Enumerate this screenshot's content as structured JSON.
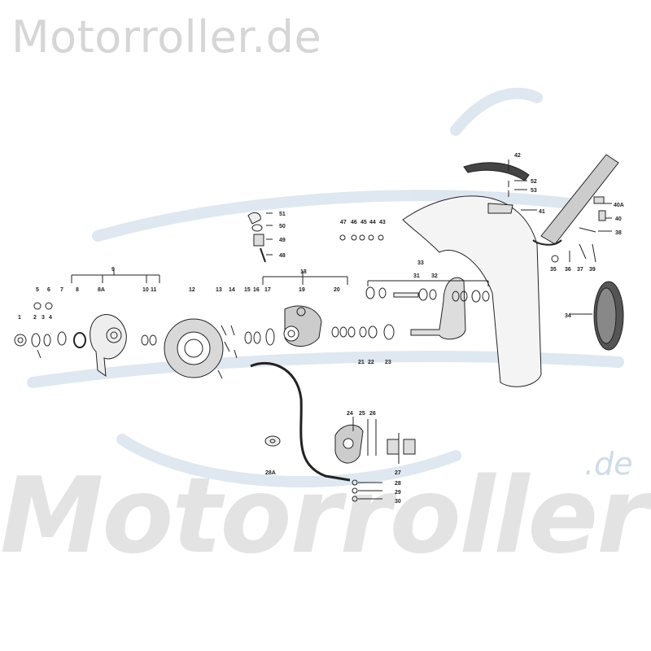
{
  "watermark": {
    "top": "Motorroller.de",
    "big": "Motorroller",
    "small": ".de"
  },
  "colors": {
    "ink": "#222222",
    "swoosh": "#cfdcea",
    "watermark": "#d6d6d6"
  },
  "callouts": [
    {
      "id": "c1",
      "text": "1"
    },
    {
      "id": "c2",
      "text": "2"
    },
    {
      "id": "c3",
      "text": "3"
    },
    {
      "id": "c4",
      "text": "4"
    },
    {
      "id": "c5",
      "text": "5"
    },
    {
      "id": "c6",
      "text": "6"
    },
    {
      "id": "c7",
      "text": "7"
    },
    {
      "id": "c8",
      "text": "8"
    },
    {
      "id": "c8a",
      "text": "8A"
    },
    {
      "id": "c9",
      "text": "9"
    },
    {
      "id": "c10",
      "text": "10"
    },
    {
      "id": "c11",
      "text": "11"
    },
    {
      "id": "c12",
      "text": "12"
    },
    {
      "id": "c13",
      "text": "13"
    },
    {
      "id": "c14",
      "text": "14"
    },
    {
      "id": "c15",
      "text": "15"
    },
    {
      "id": "c16",
      "text": "16"
    },
    {
      "id": "c17",
      "text": "17"
    },
    {
      "id": "c18",
      "text": "18"
    },
    {
      "id": "c19",
      "text": "19"
    },
    {
      "id": "c20",
      "text": "20"
    },
    {
      "id": "c21",
      "text": "21"
    },
    {
      "id": "c22",
      "text": "22"
    },
    {
      "id": "c23",
      "text": "23"
    },
    {
      "id": "c24",
      "text": "24"
    },
    {
      "id": "c25",
      "text": "25"
    },
    {
      "id": "c26",
      "text": "26"
    },
    {
      "id": "c27",
      "text": "27"
    },
    {
      "id": "c28",
      "text": "28"
    },
    {
      "id": "c28a",
      "text": "28A"
    },
    {
      "id": "c29",
      "text": "29"
    },
    {
      "id": "c30",
      "text": "30"
    },
    {
      "id": "c31",
      "text": "31"
    },
    {
      "id": "c32",
      "text": "32"
    },
    {
      "id": "c33",
      "text": "33"
    },
    {
      "id": "c34",
      "text": "34"
    },
    {
      "id": "c35",
      "text": "35"
    },
    {
      "id": "c36",
      "text": "36"
    },
    {
      "id": "c37",
      "text": "37"
    },
    {
      "id": "c38",
      "text": "38"
    },
    {
      "id": "c39",
      "text": "39"
    },
    {
      "id": "c40",
      "text": "40"
    },
    {
      "id": "c40a",
      "text": "40A"
    },
    {
      "id": "c41",
      "text": "41"
    },
    {
      "id": "c42",
      "text": "42"
    },
    {
      "id": "c43",
      "text": "43"
    },
    {
      "id": "c44",
      "text": "44"
    },
    {
      "id": "c45",
      "text": "45"
    },
    {
      "id": "c46",
      "text": "46"
    },
    {
      "id": "c47",
      "text": "47"
    },
    {
      "id": "c48",
      "text": "48"
    },
    {
      "id": "c49",
      "text": "49"
    },
    {
      "id": "c50",
      "text": "50"
    },
    {
      "id": "c51",
      "text": "51"
    },
    {
      "id": "c52",
      "text": "52"
    },
    {
      "id": "c53",
      "text": "53"
    }
  ]
}
